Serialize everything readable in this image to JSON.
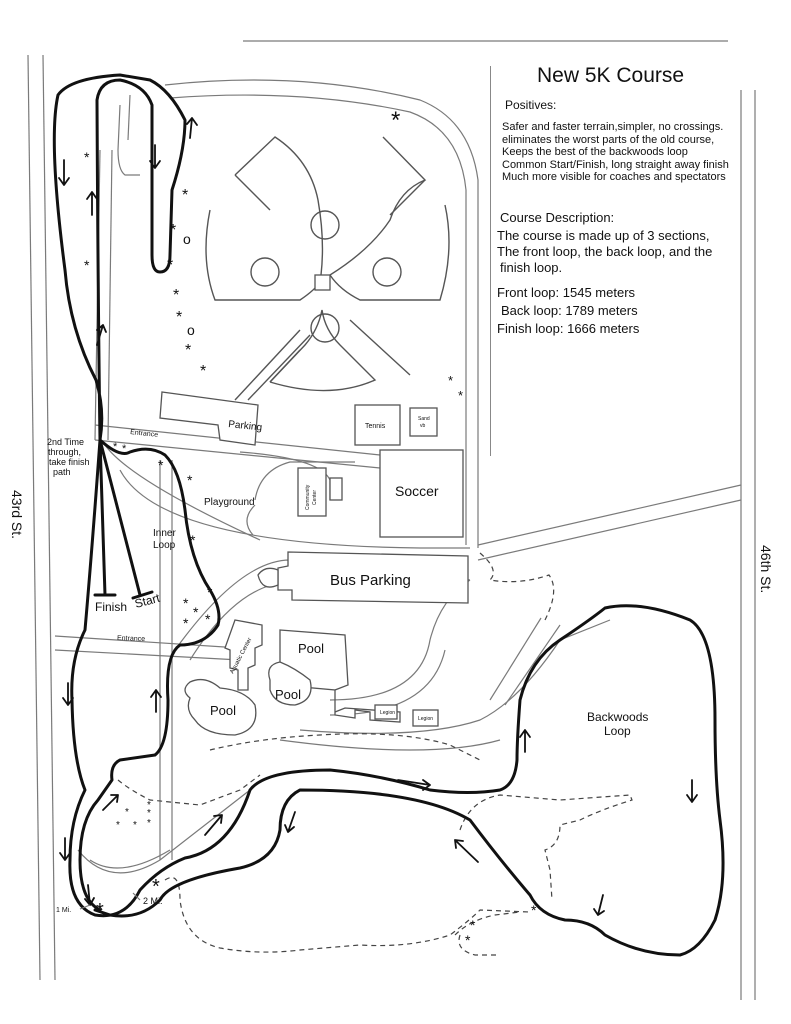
{
  "legend": {
    "title": "New 5K Course",
    "positives_heading": "Positives:",
    "positives": [
      "Safer and faster terrain,simpler, no crossings.",
      "eliminates the worst parts of the old course,",
      "Keeps the best of the backwoods loop",
      "Common Start/Finish, long straight away finish",
      "Much more visible for coaches and spectators"
    ],
    "description_heading": "Course Description:",
    "description_lines": [
      "The course is made up of 3 sections,",
      "The front loop, the back loop, and the",
      "finish loop."
    ],
    "loops": [
      "Front loop: 1545 meters",
      "Back loop: 1789 meters",
      "Finish loop: 1666 meters"
    ]
  },
  "streets": {
    "west": "43rd St.",
    "east": "46th St."
  },
  "labels": {
    "entrance_upper": "Entrance",
    "entrance_lower": "Entrance",
    "parking": "Parking",
    "tennis": "Tennis",
    "sand_vb": [
      "Sand",
      "vb"
    ],
    "community_center": [
      "Community",
      "Center"
    ],
    "soccer": "Soccer",
    "playground": "Playground",
    "inner_loop": [
      "Inner",
      "Loop"
    ],
    "second_time": [
      "2nd Time",
      "through,",
      "take finish",
      "path"
    ],
    "finish": "Finish",
    "start": "Start",
    "bus_parking": "Bus Parking",
    "aquatic_center": "Aquatic Center",
    "pool_1": "Pool",
    "pool_2": "Pool",
    "pool_3": "Pool",
    "legion_1": "Legion",
    "legion_2": "Legion",
    "backwoods": [
      "Backwoods",
      "Loop"
    ],
    "mile_1": "1 Mi.",
    "mile_2": "2 Mi."
  },
  "markers": {
    "asterisk": "*",
    "circle": "o"
  },
  "colors": {
    "route": "#111111",
    "roads": "#7a7a7a",
    "background": "#ffffff"
  }
}
